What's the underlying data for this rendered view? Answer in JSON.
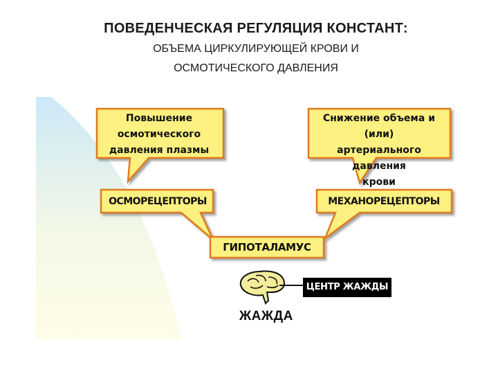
{
  "title": {
    "line1": "ПОВЕДЕНЧЕСКАЯ РЕГУЛЯЦИЯ КОНСТАНТ:",
    "line2": "ОБЪЕМА ЦИРКУЛИРУЮЩЕЙ КРОВИ И",
    "line3": "ОСМОТИЧЕСКОГО ДАВЛЕНИЯ"
  },
  "boxes": {
    "osmotic_pressure": [
      "Повышение",
      "осмотического",
      "давления плазмы"
    ],
    "volume_decrease": [
      "Снижение объема и (или)",
      "артериального давления",
      "крови"
    ],
    "osmoreceptors": "ОСМОРЕЦЕПТОРЫ",
    "mechanoreceptors": "МЕХАНОРЕЦЕПТОРЫ",
    "hypothalamus": "ГИПОТАЛАМУС"
  },
  "thirst_center": "ЦЕНТР ЖАЖДЫ",
  "thirst": "ЖАЖДА",
  "icons": {
    "brain": "brain-icon"
  },
  "colors": {
    "box_fill": "#fbf080",
    "box_border": "#e07a1a",
    "panel_top": "#cce8f7",
    "panel_bottom": "#fffde8"
  }
}
